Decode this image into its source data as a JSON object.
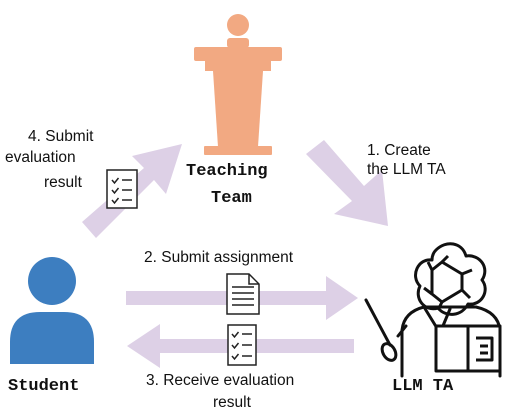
{
  "actors": {
    "teaching_team": {
      "line1": "Teaching",
      "line2": "Team"
    },
    "student": "Student",
    "llm_ta": "LLM TA"
  },
  "steps": {
    "create": {
      "line1": "1. Create",
      "line2": "the LLM TA"
    },
    "submit_assignment": "2. Submit assignment",
    "receive": {
      "line1": "3. Receive evaluation",
      "line2": "result"
    },
    "submit_result": {
      "line1": "4. Submit",
      "line2": "evaluation",
      "line3": "result"
    }
  },
  "colors": {
    "teaching_team": "#f2a982",
    "student": "#3d7ec0",
    "arrow": "#ddd0e6",
    "ink": "#111111"
  },
  "icons": [
    "podium-icon",
    "person-icon",
    "chatgpt-logo-icon",
    "teacher-icon",
    "checklist-icon",
    "document-icon",
    "book-icon"
  ]
}
